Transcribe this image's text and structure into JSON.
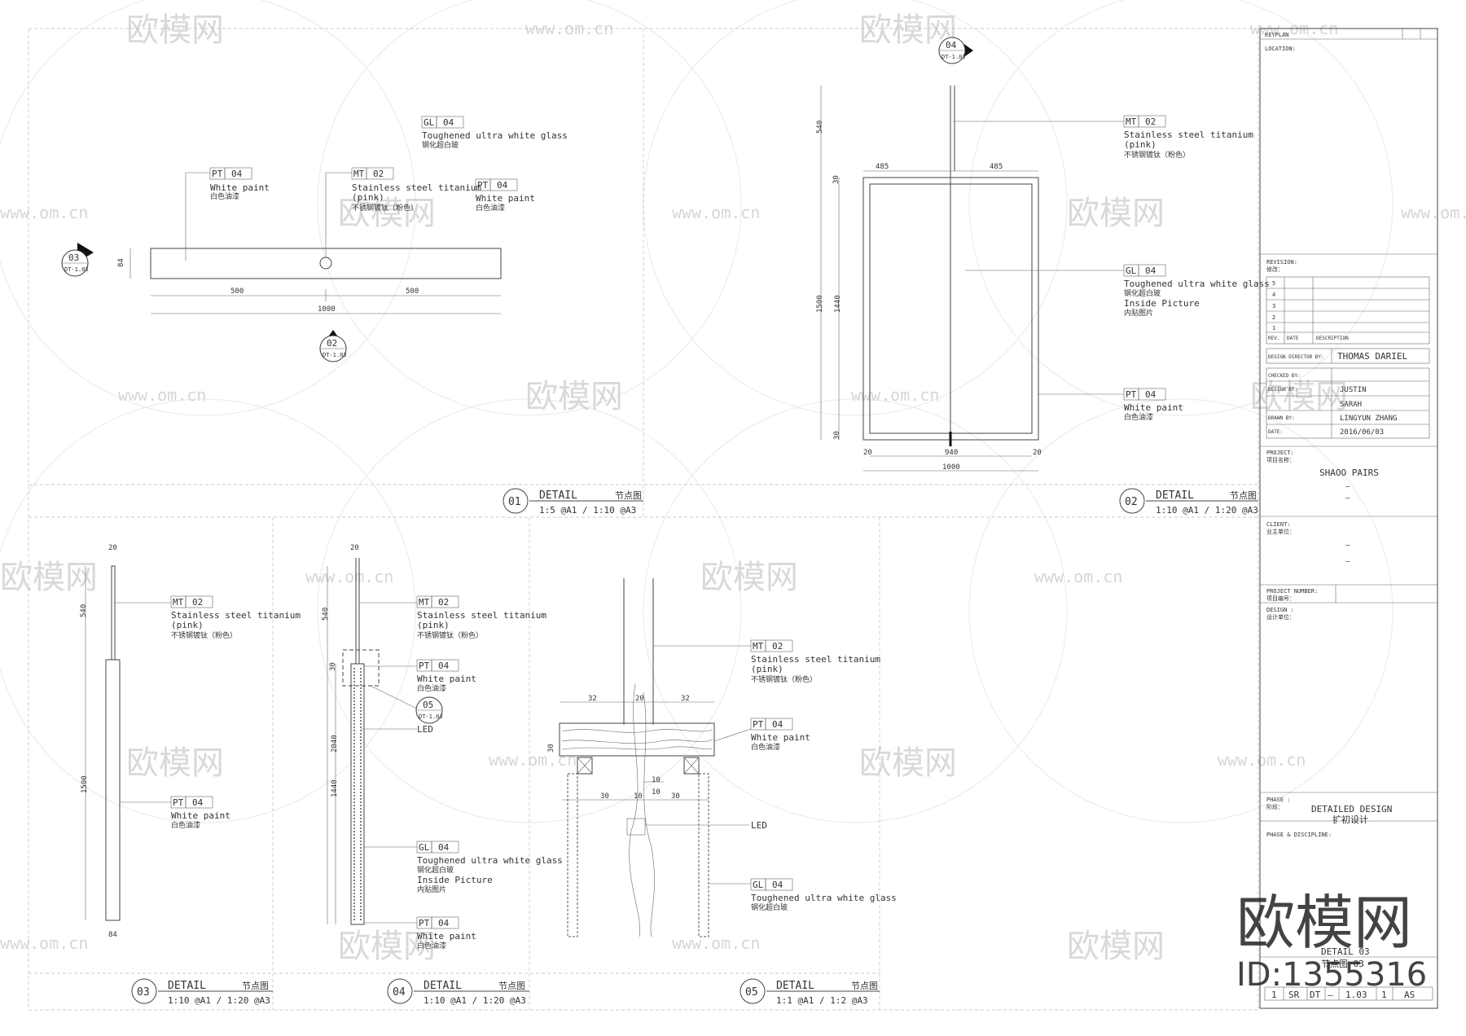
{
  "watermark": {
    "site": "www.om.cn",
    "brand": "欧模网",
    "big_brand": "欧模网",
    "id": "ID:1355316"
  },
  "tags": {
    "gl": "GL",
    "mt": "MT",
    "pt": "PT",
    "n02": "02",
    "n04": "04"
  },
  "labels": {
    "glass_en": "Toughened ultra white glass",
    "glass_cn": "钢化超白玻",
    "steel_en": "Stainless steel titanium",
    "steel_pink": "(pink)",
    "steel_cn": "不锈钢镀钛（粉色）",
    "paint_en": "White paint",
    "paint_cn": "白色油漆",
    "inside_en": "Inside Picture",
    "inside_cn": "内贴图片",
    "led": "LED"
  },
  "callouts": {
    "c03": {
      "num": "03",
      "ref": "DT-1.03"
    },
    "c02": {
      "num": "02",
      "ref": "DT-1.03"
    },
    "c04": {
      "num": "04",
      "ref": "DT-1.03"
    },
    "c05": {
      "num": "05",
      "ref": "DT-1.03"
    }
  },
  "dims": {
    "d500": "500",
    "d1000": "1000",
    "d84": "84",
    "d485": "485",
    "d540": "540",
    "d30": "30",
    "d1440": "1440",
    "d1500": "1500",
    "d940": "940",
    "d20": "20",
    "d2040": "2040",
    "d32": "32",
    "d10": "10"
  },
  "details": [
    {
      "num": "01",
      "title": "DETAIL",
      "cn": "节点图",
      "scale": "1:5 @A1 / 1:10 @A3"
    },
    {
      "num": "02",
      "title": "DETAIL",
      "cn": "节点图",
      "scale": "1:10 @A1 / 1:20 @A3"
    },
    {
      "num": "03",
      "title": "DETAIL",
      "cn": "节点图",
      "scale": "1:10 @A1 / 1:20 @A3"
    },
    {
      "num": "04",
      "title": "DETAIL",
      "cn": "节点图",
      "scale": "1:10 @A1 / 1:20 @A3"
    },
    {
      "num": "05",
      "title": "DETAIL",
      "cn": "节点图",
      "scale": "1:1 @A1 / 1:2 @A3"
    }
  ],
  "titleblock": {
    "keyplan": "KEYPLAN",
    "location": "LOCATION:",
    "revision": "REVISION:",
    "revision_cn": "修改：",
    "rev_nums": [
      "5",
      "4",
      "3",
      "2",
      "1"
    ],
    "rev": "REV.",
    "date": "DATE",
    "description": "DESCRIPTION",
    "design_director_label": "DESIGN DIRECTOR BY:",
    "design_director": "THOMAS DARIEL",
    "checked_label": "CHECKED BY:",
    "checked": "JUSTIN",
    "designed_label": "DESIGN BY:",
    "designed": "SARAH",
    "drawn_label": "DRAWN BY:",
    "drawn": "LINGYUN ZHANG",
    "date_label": "DATE:",
    "date_val": "2016/06/03",
    "project_label": "PROJECT:",
    "project_cn": "项目名称：",
    "project": "SHAOO PAIRS",
    "dash": "—",
    "client_label": "CLIENT:",
    "client_cn": "业主单位：",
    "project_number_label": "PROJECT NUMBER:",
    "project_number_cn": "项目编号：",
    "design_label": "DESIGN :",
    "design_cn": "设计单位：",
    "phase_label": "PHASE :",
    "phase_cn": "阶段：",
    "phase_en": "DETAILED DESIGN",
    "phase_zh": "扩初设计",
    "phase_disc": "PHASE & DISCIPLINE:",
    "sheet_title": "DETAIL 03",
    "sheet_title_cn": "节点图 03",
    "sheet_no": [
      "1",
      "SR",
      "DT",
      "—",
      "1.03",
      "1",
      "AS"
    ]
  }
}
